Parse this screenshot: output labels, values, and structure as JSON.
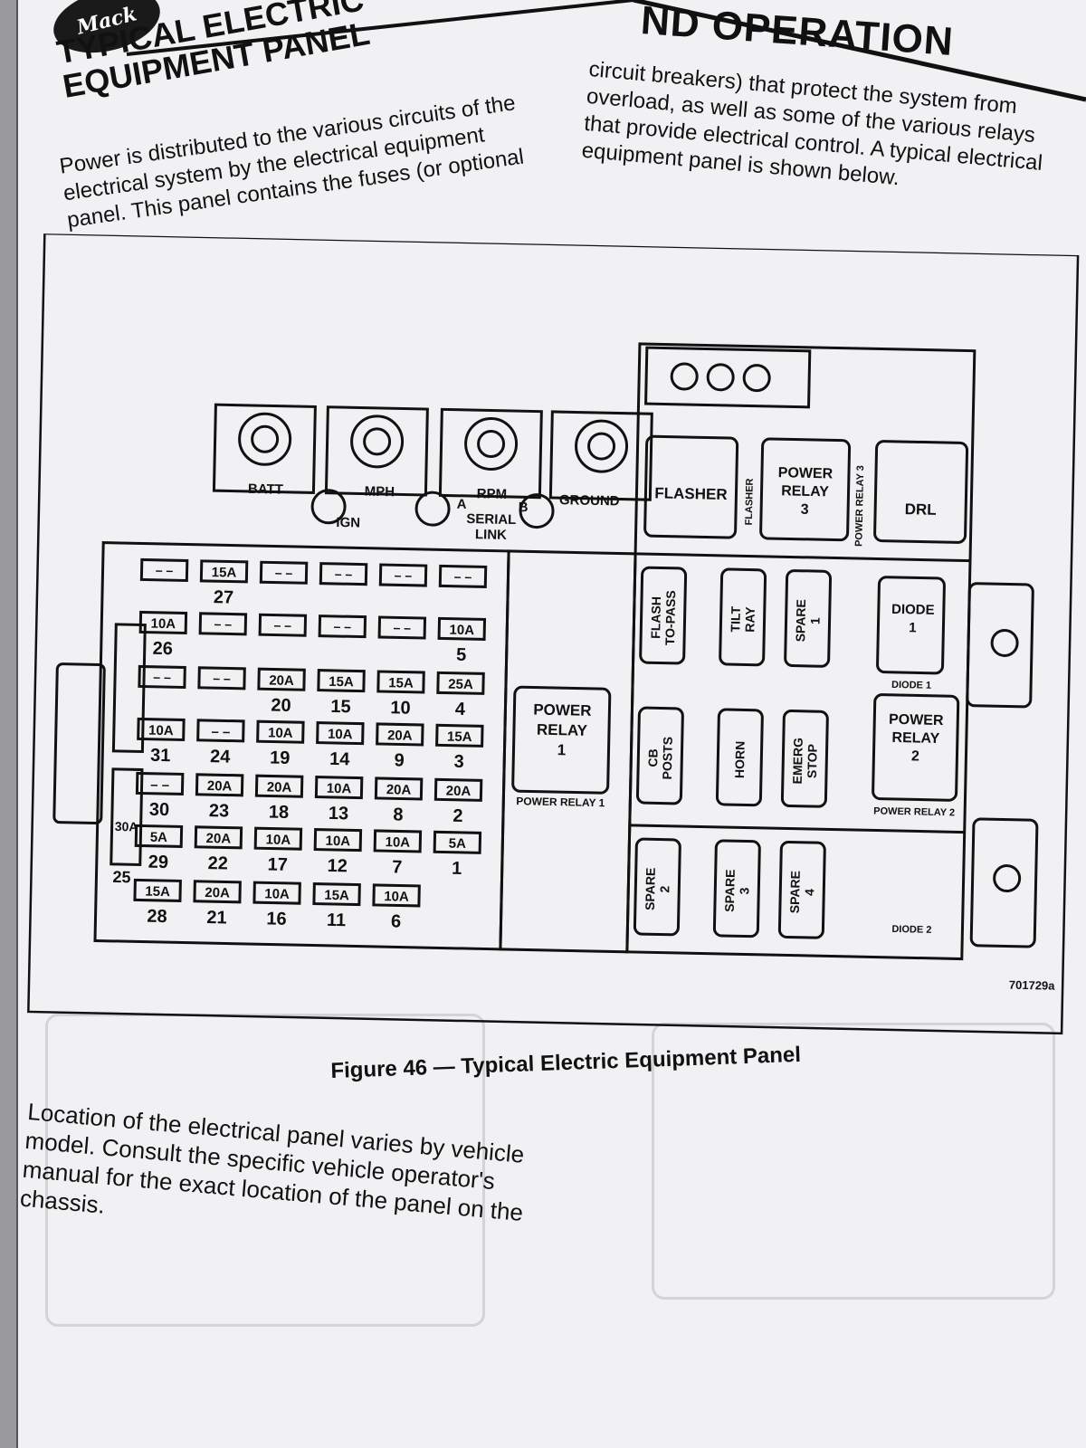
{
  "header": {
    "logo_text": "Mack",
    "section_title": "ND OPERATION",
    "page_title": "TYPICAL ELECTRIC\nEQUIPMENT PANEL"
  },
  "intro": {
    "left": "Power is distributed to the various circuits of the electrical system by the electrical equipment panel. This panel contains the fuses (or optional",
    "right": "circuit breakers) that protect the system from overload, as well as some of the various relays that provide electrical control. A typical electrical equipment panel is shown below."
  },
  "figure": {
    "caption": "Figure 46 — Typical Electric Equipment Panel",
    "part_number": "701729a",
    "terminals": [
      "BATT",
      "MPH",
      "RPM",
      "GROUND",
      "IGN",
      "A",
      "B",
      "SERIAL",
      "LINK"
    ],
    "fuse_grid": [
      [
        {
          "rating": "15A",
          "num": "27"
        }
      ],
      [
        {
          "rating": "10A",
          "num": "26"
        },
        {
          "rating": "10A",
          "num": "5"
        }
      ],
      [
        {
          "rating": "20A",
          "num": "20"
        },
        {
          "rating": "15A",
          "num": "15"
        },
        {
          "rating": "15A",
          "num": "10"
        },
        {
          "rating": "25A",
          "num": "4"
        }
      ],
      [
        {
          "rating": "10A",
          "num": "31"
        },
        {
          "rating": "",
          "num": "24"
        },
        {
          "rating": "10A",
          "num": "19"
        },
        {
          "rating": "10A",
          "num": "14"
        },
        {
          "rating": "20A",
          "num": "9"
        },
        {
          "rating": "15A",
          "num": "3"
        }
      ],
      [
        {
          "rating": "",
          "num": "30"
        },
        {
          "rating": "20A",
          "num": "23"
        },
        {
          "rating": "20A",
          "num": "18"
        },
        {
          "rating": "10A",
          "num": "13"
        },
        {
          "rating": "20A",
          "num": "8"
        },
        {
          "rating": "20A",
          "num": "2"
        }
      ],
      [
        {
          "rating": "5A",
          "num": "29"
        },
        {
          "rating": "20A",
          "num": "22"
        },
        {
          "rating": "10A",
          "num": "17"
        },
        {
          "rating": "10A",
          "num": "12"
        },
        {
          "rating": "10A",
          "num": "7"
        },
        {
          "rating": "5A",
          "num": "1"
        }
      ],
      [
        {
          "rating": "15A",
          "num": "28"
        },
        {
          "rating": "20A",
          "num": "21"
        },
        {
          "rating": "10A",
          "num": "16"
        },
        {
          "rating": "15A",
          "num": "11"
        },
        {
          "rating": "10A",
          "num": "6"
        }
      ]
    ],
    "big_fuse": {
      "rating": "30A",
      "num": "25"
    },
    "relays": {
      "flasher": "FLASHER",
      "flasher_side": "FLASHER",
      "power_relay_3": "POWER RELAY 3",
      "power_relay_3_side": "POWER RELAY 3",
      "drl": "DRL",
      "power_relay_1": "POWER RELAY 1",
      "power_relay_1_label": "POWER RELAY 1",
      "power_relay_2": "POWER RELAY 2",
      "power_relay_2_label": "POWER RELAY 2",
      "diode_1": "DIODE 1",
      "diode_1_label": "DIODE 1",
      "diode_2_label": "DIODE 2",
      "flash_to_pass": "FLASH TO-PASS",
      "tilt_ray": "TILT RAY",
      "spare_1": "SPARE 1",
      "cb_posts": "CB POSTS",
      "horn": "HORN",
      "emerg_stop": "EMERG STOP",
      "spare_2": "SPARE 2",
      "spare_3": "SPARE 3",
      "spare_4": "SPARE 4"
    }
  },
  "note": "Location of the electrical panel varies by vehicle model. Consult the specific vehicle operator's manual for the exact location of the panel on the chassis."
}
